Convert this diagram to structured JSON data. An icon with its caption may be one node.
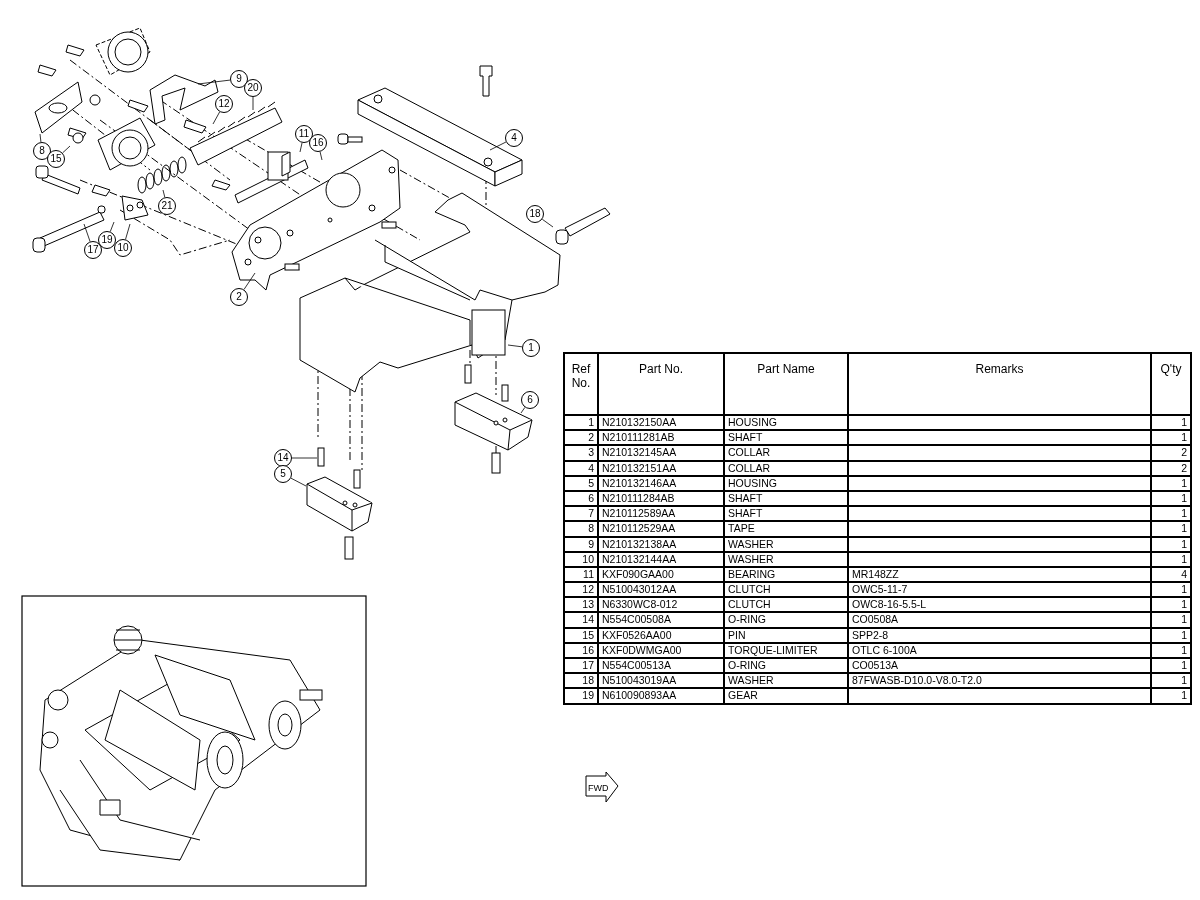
{
  "diagram": {
    "nodes": [
      {
        "text": [
          "9"
        ]
      },
      {
        "text": [
          "20"
        ]
      },
      {
        "text": [
          "12"
        ]
      },
      {
        "text": [
          "11"
        ]
      },
      {
        "text": [
          "16"
        ]
      },
      {
        "text": [
          "4"
        ]
      },
      {
        "text": [
          "8"
        ]
      },
      {
        "text": [
          "15"
        ]
      },
      {
        "text": [
          "21"
        ]
      },
      {
        "text": [
          "17"
        ]
      },
      {
        "text": [
          "19"
        ]
      },
      {
        "text": [
          "10"
        ]
      },
      {
        "text": [
          "2"
        ]
      },
      {
        "text": [
          "18"
        ]
      },
      {
        "text": [
          "1"
        ]
      },
      {
        "text": [
          "6"
        ]
      },
      {
        "text": [
          "14"
        ]
      },
      {
        "text": [
          "5"
        ]
      }
    ],
    "edges": [
      {
        "from": 0,
        "to": null,
        "arrow": "none"
      },
      {
        "from": 1,
        "to": null,
        "arrow": "none"
      },
      {
        "from": 2,
        "to": null,
        "arrow": "none"
      },
      {
        "from": 3,
        "to": null,
        "arrow": "none"
      },
      {
        "from": 4,
        "to": null,
        "arrow": "none"
      },
      {
        "from": 5,
        "to": null,
        "arrow": "none"
      },
      {
        "from": 6,
        "to": null,
        "arrow": "none"
      },
      {
        "from": 7,
        "to": null,
        "arrow": "none"
      },
      {
        "from": 8,
        "to": null,
        "arrow": "none"
      },
      {
        "from": 9,
        "to": null,
        "arrow": "none"
      },
      {
        "from": 10,
        "to": null,
        "arrow": "none"
      },
      {
        "from": 11,
        "to": null,
        "arrow": "none"
      },
      {
        "from": 12,
        "to": null,
        "arrow": "none"
      },
      {
        "from": 13,
        "to": null,
        "arrow": "none"
      },
      {
        "from": 14,
        "to": null,
        "arrow": "none"
      },
      {
        "from": 15,
        "to": null,
        "arrow": "none"
      },
      {
        "from": 16,
        "to": null,
        "arrow": "none"
      },
      {
        "from": 17,
        "to": null,
        "arrow": "none"
      }
    ],
    "labels": [
      "Ref No.",
      "Part No.",
      "Part Name",
      "Remarks",
      "Q'ty",
      "1",
      "N210132150AA",
      "HOUSING",
      "1",
      "2",
      "N210111281AB",
      "SHAFT",
      "1",
      "3",
      "N210132145AA",
      "COLLAR",
      "2",
      "4",
      "N210132151AA",
      "COLLAR",
      "2",
      "5",
      "N210132146AA",
      "HOUSING",
      "1",
      "6",
      "N210111284AB",
      "SHAFT",
      "1",
      "7",
      "N210112589AA",
      "SHAFT",
      "1",
      "8",
      "N210112529AA",
      "TAPE",
      "1",
      "9",
      "N210132138AA",
      "WASHER",
      "1",
      "10",
      "N210132144AA",
      "WASHER",
      "1",
      "11",
      "KXF090GAA00",
      "BEARING",
      "MR148ZZ",
      "4",
      "12",
      "N510043012AA",
      "CLUTCH",
      "OWC5-11-7",
      "1",
      "13",
      "N6330WC8-012",
      "CLUTCH",
      "OWC8-16-5.5-L",
      "1",
      "14",
      "N554C00508A",
      "O-RING",
      "CO0508A",
      "1",
      "15",
      "KXF0526AA00",
      "PIN",
      "SPP2-8",
      "1",
      "16",
      "KXF0DWMGA00",
      "TORQUE-LIMITER",
      "OTLC 6-100A",
      "1",
      "17",
      "N554C00513A",
      "O-RING",
      "CO0513A",
      "1",
      "18",
      "N510043019AA",
      "WASHER",
      "87FWASB-D10.0-V8.0-T2.0",
      "1",
      "19",
      "N610090893AA",
      "GEAR",
      "1",
      "FWD"
    ]
  }
}
